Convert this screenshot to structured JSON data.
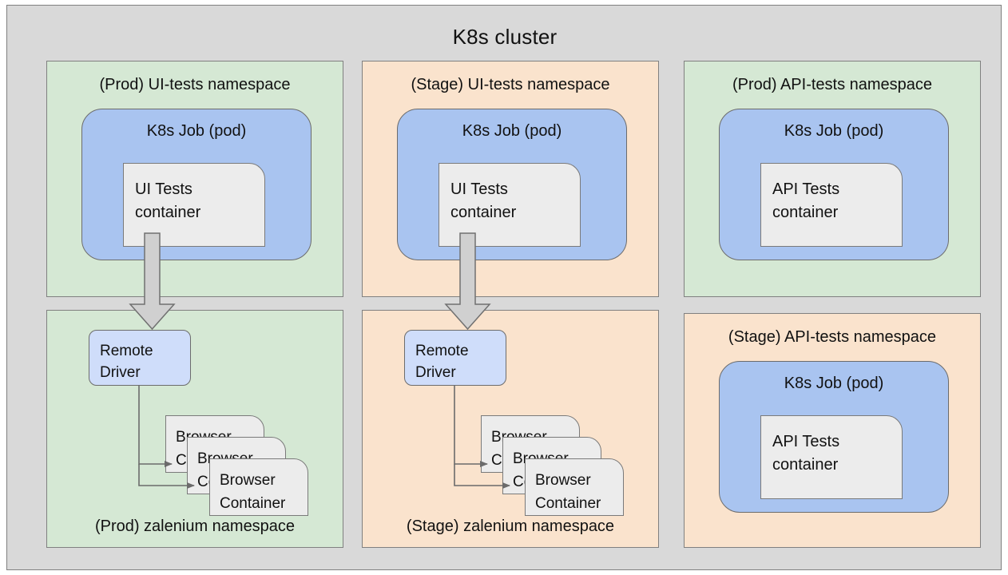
{
  "diagram": {
    "title": "K8s cluster",
    "colors": {
      "cluster_bg": "#d9d9d9",
      "namespace_prod": "#d5e8d4",
      "namespace_stage": "#fae3cd",
      "pod": "#a9c4f0",
      "container": "#ececec",
      "remote_driver": "#cfddfa",
      "stroke": "#808080",
      "arrow_fill": "#d0d0d0"
    }
  },
  "namespaces": [
    {
      "id": "prod-ui-tests",
      "label": "(Prod) UI-tests namespace",
      "env": "Prod",
      "theme": "green",
      "label_position": "top",
      "pod": {
        "title": "K8s Job (pod)",
        "container": "UI Tests\ncontainer"
      }
    },
    {
      "id": "stage-ui-tests",
      "label": "(Stage) UI-tests namespace",
      "env": "Stage",
      "theme": "orange",
      "label_position": "top",
      "pod": {
        "title": "K8s Job (pod)",
        "container": "UI Tests\ncontainer"
      }
    },
    {
      "id": "prod-api-tests",
      "label": "(Prod) API-tests namespace",
      "env": "Prod",
      "theme": "green",
      "label_position": "top",
      "pod": {
        "title": "K8s Job (pod)",
        "container": "API Tests\ncontainer"
      }
    },
    {
      "id": "stage-api-tests",
      "label": "(Stage) API-tests namespace",
      "env": "Stage",
      "theme": "orange",
      "label_position": "top",
      "pod": {
        "title": "K8s Job (pod)",
        "container": "API Tests\ncontainer"
      }
    },
    {
      "id": "prod-zalenium",
      "label": "(Prod) zalenium namespace",
      "env": "Prod",
      "theme": "green",
      "label_position": "bottom",
      "driver": "Remote\nDriver",
      "browsers": [
        "Browser\nContainer",
        "Browser\nContainer",
        "Browser\nContainer"
      ]
    },
    {
      "id": "stage-zalenium",
      "label": "(Stage) zalenium namespace",
      "env": "Stage",
      "theme": "orange",
      "label_position": "bottom",
      "driver": "Remote\nDriver",
      "browsers": [
        "Browser\nContainer",
        "Browser\nContainer",
        "Browser\nContainer"
      ]
    }
  ],
  "connections": [
    {
      "id": "prod-ui-tests-to-remote-driver",
      "from": "UI Tests container (Prod)",
      "to": "Remote Driver (Prod)",
      "style": "block-arrow"
    },
    {
      "id": "stage-ui-tests-to-remote-driver",
      "from": "UI Tests container (Stage)",
      "to": "Remote Driver (Stage)",
      "style": "block-arrow"
    },
    {
      "id": "prod-driver-to-browsers",
      "from": "Remote Driver (Prod)",
      "to": "Browser Containers (Prod)",
      "style": "elbow-arrow"
    },
    {
      "id": "stage-driver-to-browsers",
      "from": "Remote Driver (Stage)",
      "to": "Browser Containers (Stage)",
      "style": "elbow-arrow"
    }
  ]
}
